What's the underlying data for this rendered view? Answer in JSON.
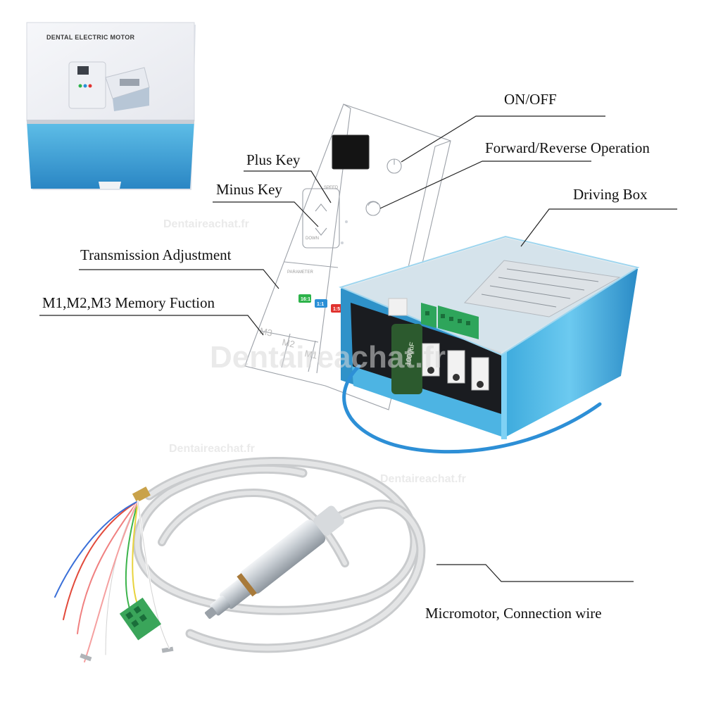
{
  "product_box": {
    "title": "DENTAL ELECTRIC MOTOR"
  },
  "control_panel": {
    "speed_label": "SPEED",
    "down_label": "DOWN",
    "parameter_label": "PARAMETER",
    "modes": [
      {
        "text": "16:1",
        "color": "#2db34a"
      },
      {
        "text": "1:1",
        "color": "#2a8fd6"
      },
      {
        "text": "1:5",
        "color": "#e0332f"
      }
    ],
    "memory": [
      "M3",
      "M2",
      "M1"
    ]
  },
  "driving_box": {
    "capacitor_text": "1000uF",
    "body_color": "#3aaee0",
    "terminal_color": "#2ea55b"
  },
  "labels": {
    "on_off": "ON/OFF",
    "forward_reverse": "Forward/Reverse Operation",
    "plus_key": "Plus Key",
    "minus_key": "Minus Key",
    "driving_box": "Driving Box",
    "transmission": "Transmission Adjustment",
    "memory": "M1,M2,M3 Memory Fuction",
    "micromotor": "Micromotor, Connection wire"
  },
  "watermark": "Dentaireachat.fr"
}
